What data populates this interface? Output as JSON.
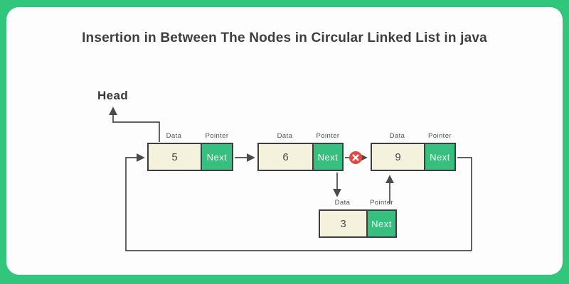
{
  "title": "Insertion in Between The Nodes in Circular Linked List in java",
  "head_label": "Head",
  "cell_labels": {
    "data": "Data",
    "pointer": "Pointer"
  },
  "nodes": [
    {
      "name": "first-node",
      "value": "5",
      "pointer_label": "Next"
    },
    {
      "name": "second-node",
      "value": "6",
      "pointer_label": "Next"
    },
    {
      "name": "third-node",
      "value": "9",
      "pointer_label": "Next"
    },
    {
      "name": "inserted-node",
      "value": "3",
      "pointer_label": "Next"
    }
  ],
  "annotations": {
    "broken_link_marker": "x-mark"
  },
  "colors": {
    "frame_green": "#32c67d",
    "card_white": "#fdfdfe",
    "node_data_fill": "#f4f1dc",
    "node_pointer_fill": "#36bf7f",
    "broken_link_red": "#e8473f",
    "wire_dark": "#4a4a4a",
    "title_text": "#3e3e3e"
  }
}
